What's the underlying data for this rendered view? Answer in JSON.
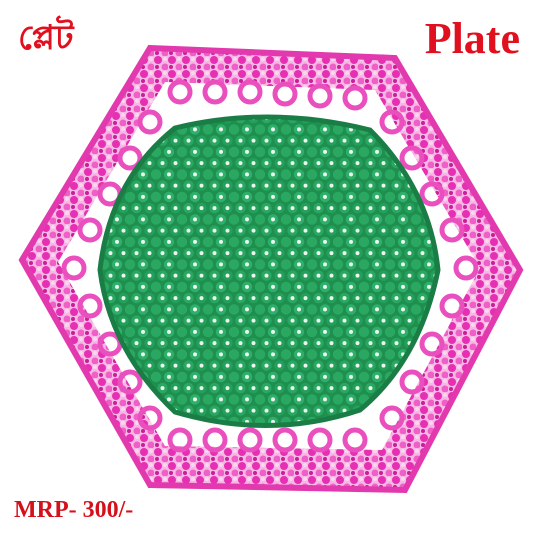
{
  "product": {
    "title_bengali": "প্লেট",
    "title_english": "Plate",
    "price": "MRP- 300/-"
  },
  "photo": {
    "subject": "hexagonal-beaded-plate",
    "colors": {
      "text": "#e0101f",
      "border_beads": "#e82fb6",
      "border_beads_light": "#f39ad8",
      "center_beads": "#1f9a55",
      "center_beads_dark": "#0f6f3a",
      "background": "#ffffff"
    }
  }
}
